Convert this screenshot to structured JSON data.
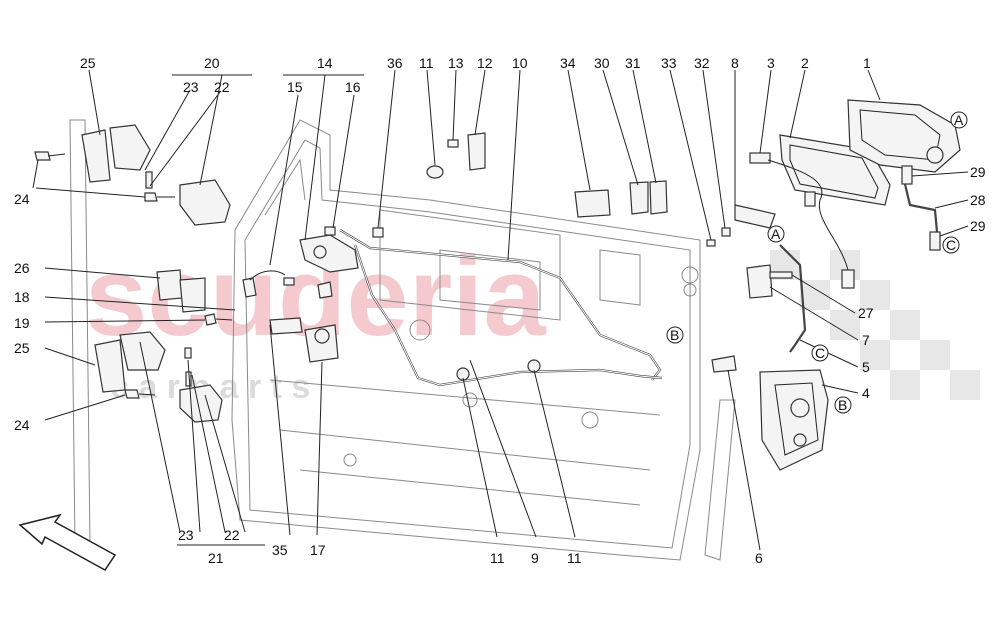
{
  "watermark": {
    "brand": "scuderia",
    "sub": "c a r p a r t s",
    "color": "#e06a78"
  },
  "ref_labels": {
    "a_top": "A",
    "b_right": "B",
    "c_right": "C",
    "a_mid": "A",
    "b_mid": "B",
    "c_mid": "C"
  },
  "labels": [
    {
      "id": "p25t",
      "text": "25"
    },
    {
      "id": "p20",
      "text": "20"
    },
    {
      "id": "p23t",
      "text": "23"
    },
    {
      "id": "p22t",
      "text": "22"
    },
    {
      "id": "p24t",
      "text": "24"
    },
    {
      "id": "p26",
      "text": "26"
    },
    {
      "id": "p18",
      "text": "18"
    },
    {
      "id": "p19",
      "text": "19"
    },
    {
      "id": "p25b",
      "text": "25"
    },
    {
      "id": "p24b",
      "text": "24"
    },
    {
      "id": "p23b",
      "text": "23"
    },
    {
      "id": "p22b",
      "text": "22"
    },
    {
      "id": "p21",
      "text": "21"
    },
    {
      "id": "p14",
      "text": "14"
    },
    {
      "id": "p15",
      "text": "15"
    },
    {
      "id": "p16",
      "text": "16"
    },
    {
      "id": "p35",
      "text": "35"
    },
    {
      "id": "p17",
      "text": "17"
    },
    {
      "id": "p36",
      "text": "36"
    },
    {
      "id": "p11a",
      "text": "11"
    },
    {
      "id": "p13",
      "text": "13"
    },
    {
      "id": "p12",
      "text": "12"
    },
    {
      "id": "p10",
      "text": "10"
    },
    {
      "id": "p11b",
      "text": "11"
    },
    {
      "id": "p9",
      "text": "9"
    },
    {
      "id": "p11c",
      "text": "11"
    },
    {
      "id": "p34",
      "text": "34"
    },
    {
      "id": "p30",
      "text": "30"
    },
    {
      "id": "p31",
      "text": "31"
    },
    {
      "id": "p33",
      "text": "33"
    },
    {
      "id": "p32",
      "text": "32"
    },
    {
      "id": "p8",
      "text": "8"
    },
    {
      "id": "p3",
      "text": "3"
    },
    {
      "id": "p2",
      "text": "2"
    },
    {
      "id": "p1",
      "text": "1"
    },
    {
      "id": "p29a",
      "text": "29"
    },
    {
      "id": "p28",
      "text": "28"
    },
    {
      "id": "p29b",
      "text": "29"
    },
    {
      "id": "p27",
      "text": "27"
    },
    {
      "id": "p7",
      "text": "7"
    },
    {
      "id": "p5",
      "text": "5"
    },
    {
      "id": "p4",
      "text": "4"
    },
    {
      "id": "p6",
      "text": "6"
    }
  ]
}
